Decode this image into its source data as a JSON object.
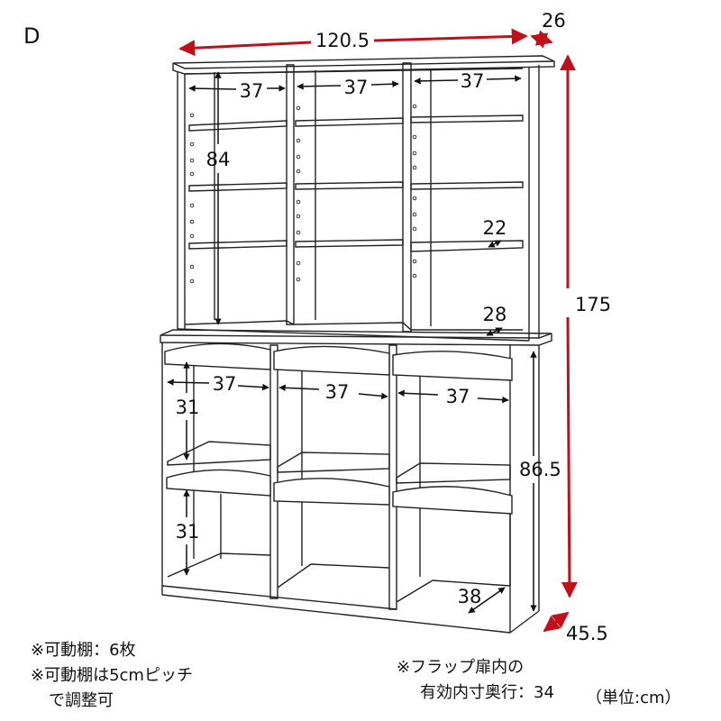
{
  "panel_label": "D",
  "colors": {
    "outline": "#222222",
    "red_dim": "#c0111a",
    "black_dim": "#111111"
  },
  "dimensions": {
    "total_width": "120.5",
    "upper_depth": "26",
    "total_height": "175",
    "lower_height": "86.5",
    "base_depth": "45.5",
    "upper_compartment_widths": [
      "37",
      "37",
      "37"
    ],
    "upper_opening_height": "84",
    "shelf_depth": "22",
    "upper_inner_depth": "28",
    "lower_compartment_widths": [
      "37",
      "37",
      "37"
    ],
    "lower_opening_heights": [
      "31",
      "31"
    ],
    "lower_inner_depth": "38"
  },
  "notes": {
    "left_line1": "※可動棚：6枚",
    "left_line2": "※可動棚は5cmピッチ",
    "left_line3": "で調整可",
    "center_line1": "※フラップ扉内の",
    "center_line2": "有効内寸奥行：34",
    "unit": "（単位:cm）"
  }
}
